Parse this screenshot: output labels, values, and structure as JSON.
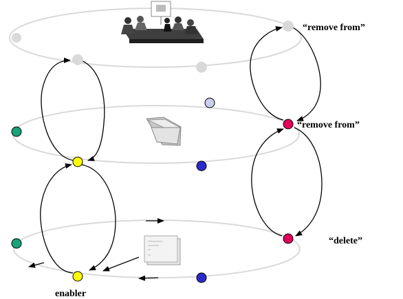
{
  "labels": {
    "top_remove": "“remove  from”",
    "mid_remove": "“remove  from”",
    "delete": "“delete”",
    "enabler": "enabler"
  },
  "colors": {
    "ellipse_stroke": "#d9d9d9",
    "top_node": "#d9d9d9",
    "teal": "#1aa37a",
    "yellow": "#ffff00",
    "blue": "#2a2acc",
    "lavender": "#ccccee",
    "magenta": "#e0005a"
  },
  "icons": [
    "meeting-clipart-icon",
    "folder-icon",
    "document-icon"
  ]
}
